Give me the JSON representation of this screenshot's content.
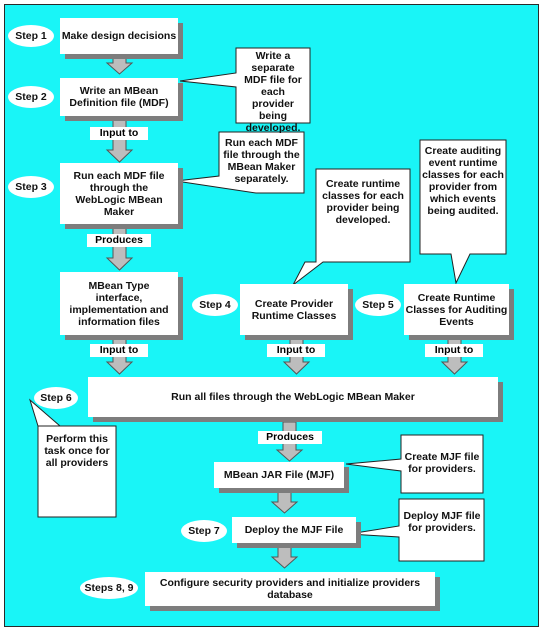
{
  "steps": {
    "s1": "Step 1",
    "s2": "Step 2",
    "s3": "Step 3",
    "s4": "Step 4",
    "s5": "Step 5",
    "s6": "Step 6",
    "s7": "Step 7",
    "s89": "Steps 8, 9"
  },
  "boxes": {
    "design": "Make design decisions",
    "write_mdf": "Write an MBean Definition file (MDF)",
    "run_mdf": "Run each MDF file through the WebLogic MBean Maker",
    "mbean_type": "MBean Type interface, implementation and information files",
    "provider_runtime": "Create Provider Runtime Classes",
    "auditing_runtime": "Create Runtime Classes for Auditing Events",
    "run_all": "Run all files through the WebLogic MBean Maker",
    "jar": "MBean JAR File (MJF)",
    "deploy": "Deploy the MJF File",
    "configure": "Configure security providers and initialize providers database"
  },
  "labels": {
    "input_to_1": "Input to",
    "produces_1": "Produces",
    "input_to_2": "Input to",
    "input_to_3": "Input to",
    "input_to_4": "Input to",
    "produces_2": "Produces"
  },
  "callouts": {
    "separate_mdf": "Write a separate MDF file for each provider being developed.",
    "mbean_maker": "Run each MDF file through the MBean Maker separately.",
    "runtime_classes": "Create runtime classes for each provider being developed.",
    "auditing_classes": "Create auditing event runtime classes for each provider from which events being audited.",
    "perform_once": "Perform this task once for all providers",
    "create_mjf": "Create MJF file for providers.",
    "deploy_mjf": "Deploy MJF file for providers."
  },
  "colors": {
    "background": "#19f5f7",
    "box": "#ffffff",
    "shadow": "#7d7d7d",
    "arrow": "#bdbdbd"
  }
}
